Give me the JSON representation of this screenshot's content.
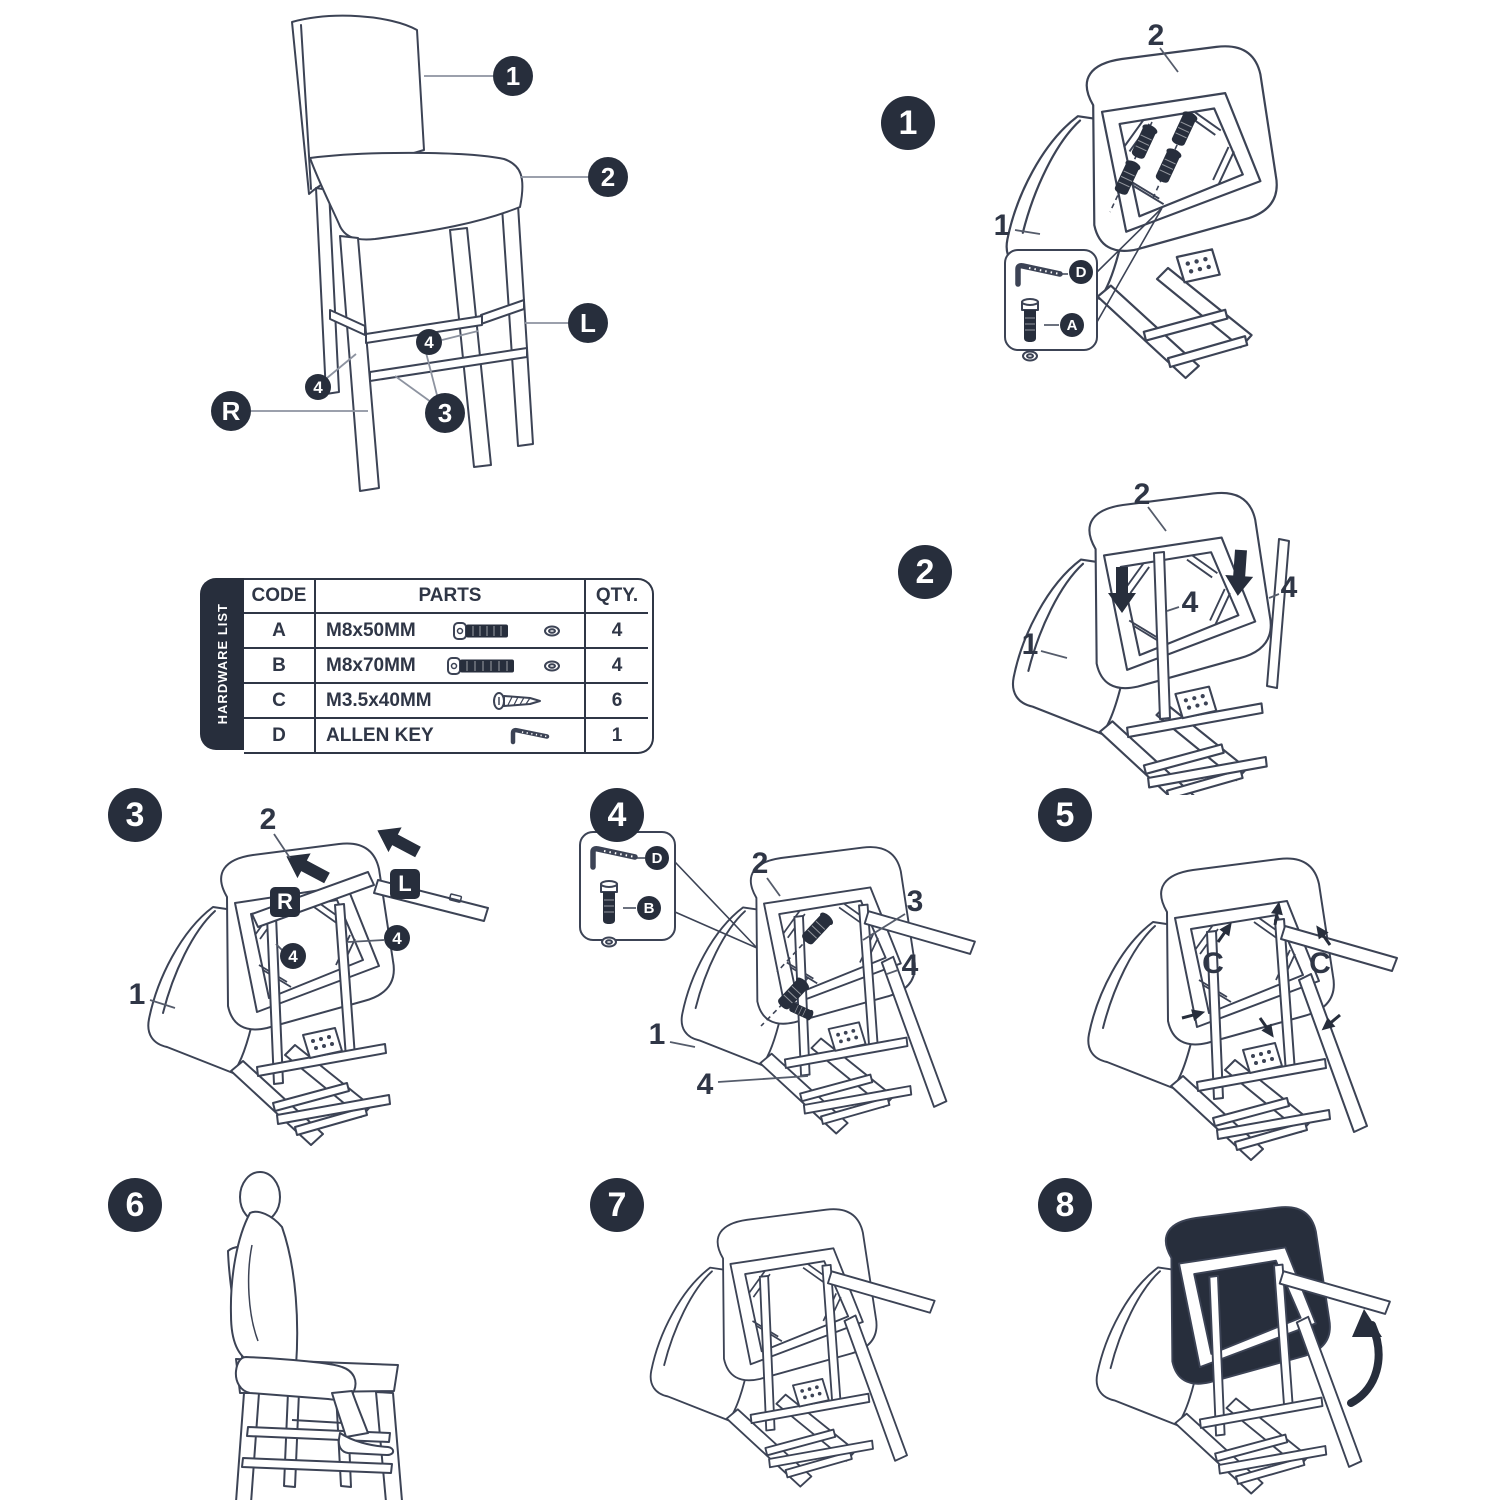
{
  "colors": {
    "ink": "#3c4355",
    "badge_bg": "#272e3c",
    "badge_text": "#ffffff",
    "black_fill": "#272e3c",
    "silhouette": "#d9dbde",
    "leader": "#8d93a0"
  },
  "overview": {
    "callouts": {
      "backrest": "1",
      "seat": "2",
      "leg_l": "L",
      "leg_r": "R",
      "stretcher_a": "4",
      "stretcher_b": "4",
      "stretchers": "3"
    }
  },
  "hardware": {
    "sidebar_label": "HARDWARE LIST",
    "columns": {
      "code": "CODE",
      "parts": "PARTS",
      "qty": "QTY."
    },
    "rows": [
      {
        "code": "A",
        "part": "M8x50MM",
        "qty": "4"
      },
      {
        "code": "B",
        "part": "M8x70MM",
        "qty": "4"
      },
      {
        "code": "C",
        "part": "M3.5x40MM",
        "qty": "6"
      },
      {
        "code": "D",
        "part": "ALLEN KEY",
        "qty": "1"
      }
    ]
  },
  "steps": {
    "s1": {
      "num": "1",
      "seat": "2",
      "back": "1",
      "tool": "D",
      "bolt": "A"
    },
    "s2": {
      "num": "2",
      "seat": "2",
      "back": "1",
      "leg_a": "4",
      "leg_b": "4"
    },
    "s3": {
      "num": "3",
      "seat": "2",
      "back": "1",
      "leg_right": "R",
      "leg_left": "L",
      "stretcher_a": "4",
      "stretcher_b": "4"
    },
    "s4": {
      "num": "4",
      "seat": "2",
      "back": "1",
      "stretcher": "3",
      "leg_a": "4",
      "leg_b": "4",
      "tool": "D",
      "bolt": "B"
    },
    "s5": {
      "num": "5",
      "screw_a": "C",
      "screw_b": "C"
    },
    "s6": {
      "num": "6"
    },
    "s7": {
      "num": "7"
    },
    "s8": {
      "num": "8"
    }
  }
}
